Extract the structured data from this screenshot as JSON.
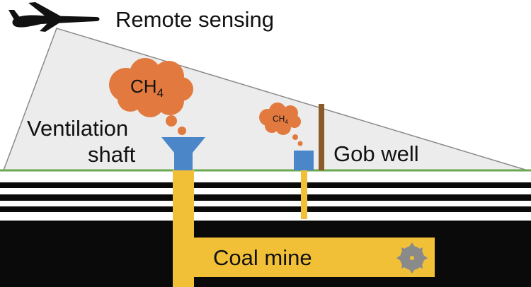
{
  "labels": {
    "remote_sensing": "Remote sensing",
    "ch4_large_main": "CH",
    "ch4_large_sub": "4",
    "ch4_small_main": "CH",
    "ch4_small_sub": "4",
    "ventilation_line1": "Ventilation",
    "ventilation_line2": "shaft",
    "gob_well": "Gob well",
    "coal_mine": "Coal mine"
  },
  "colors": {
    "sky_triangle": "#ececec",
    "triangle_stroke": "#8a8a8a",
    "ground_line": "#6aa84f",
    "strata_dark": "#0a0a0a",
    "mine_yellow": "#f2c037",
    "shaft_blue": "#4a86c8",
    "cloud_orange": "#e27a3f",
    "gob_pipe": "#8b5a2b",
    "saw_gray": "#8a8a8a",
    "airplane": "#111111"
  },
  "icons": {
    "airplane": "airplane-icon",
    "saw": "circular-saw-icon"
  }
}
